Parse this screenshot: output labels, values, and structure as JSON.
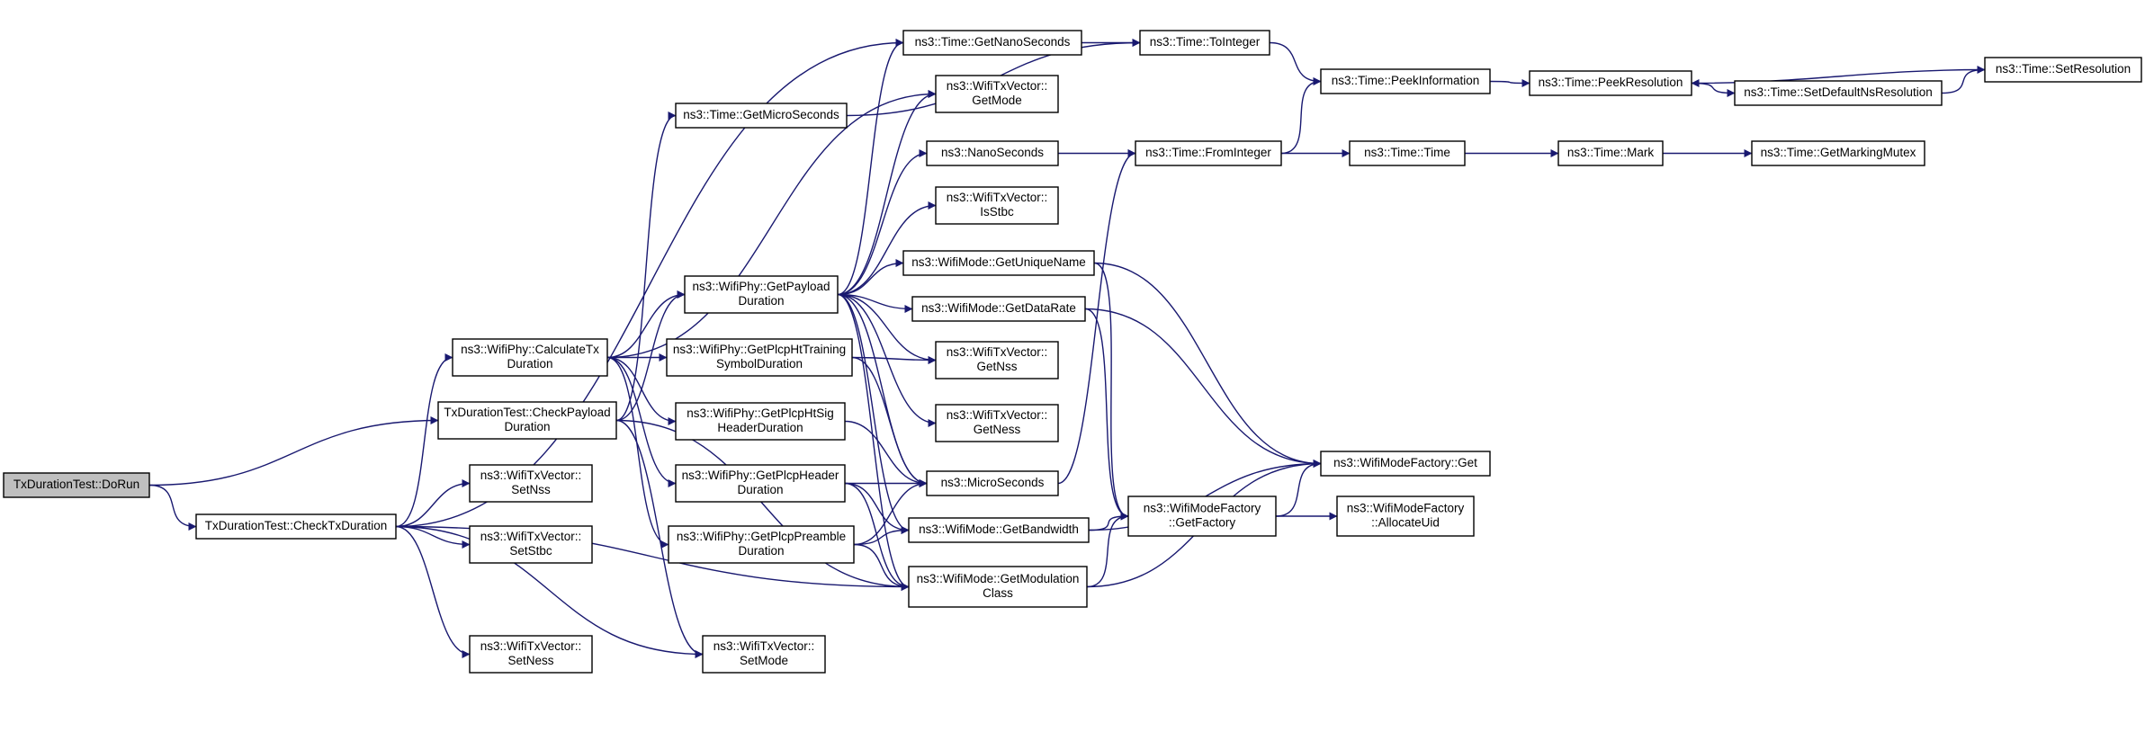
{
  "diagram": {
    "title": "",
    "colors": {
      "edge": "#191970",
      "node_fill": "#ffffff",
      "root_fill": "#bfbfbf",
      "border": "#000000"
    },
    "nodes": [
      {
        "id": "dorun",
        "lines": [
          "TxDurationTest::DoRun"
        ]
      },
      {
        "id": "checkpayload",
        "lines": [
          "TxDurationTest::CheckPayload",
          "Duration"
        ]
      },
      {
        "id": "checktx",
        "lines": [
          "TxDurationTest::CheckTxDuration"
        ]
      },
      {
        "id": "calctx",
        "lines": [
          "ns3::WifiPhy::CalculateTx",
          "Duration"
        ]
      },
      {
        "id": "getmicro",
        "lines": [
          "ns3::Time::GetMicroSeconds"
        ]
      },
      {
        "id": "getpayload",
        "lines": [
          "ns3::WifiPhy::GetPayload",
          "Duration"
        ]
      },
      {
        "id": "getplcphttraining",
        "lines": [
          "ns3::WifiPhy::GetPlcpHtTraining",
          "SymbolDuration"
        ]
      },
      {
        "id": "getplcphtsig",
        "lines": [
          "ns3::WifiPhy::GetPlcpHtSig",
          "HeaderDuration"
        ]
      },
      {
        "id": "getplcpheader",
        "lines": [
          "ns3::WifiPhy::GetPlcpHeader",
          "Duration"
        ]
      },
      {
        "id": "getplcppreamble",
        "lines": [
          "ns3::WifiPhy::GetPlcpPreamble",
          "Duration"
        ]
      },
      {
        "id": "setnss",
        "lines": [
          "ns3::WifiTxVector::",
          "SetNss"
        ]
      },
      {
        "id": "setstbc",
        "lines": [
          "ns3::WifiTxVector::",
          "SetStbc"
        ]
      },
      {
        "id": "setness",
        "lines": [
          "ns3::WifiTxVector::",
          "SetNess"
        ]
      },
      {
        "id": "setmode",
        "lines": [
          "ns3::WifiTxVector::",
          "SetMode"
        ]
      },
      {
        "id": "getnano",
        "lines": [
          "ns3::Time::GetNanoSeconds"
        ]
      },
      {
        "id": "getmode",
        "lines": [
          "ns3::WifiTxVector::",
          "GetMode"
        ]
      },
      {
        "id": "nanoseconds",
        "lines": [
          "ns3::NanoSeconds"
        ]
      },
      {
        "id": "isstbc",
        "lines": [
          "ns3::WifiTxVector::",
          "IsStbc"
        ]
      },
      {
        "id": "getuniquename",
        "lines": [
          "ns3::WifiMode::GetUniqueName"
        ]
      },
      {
        "id": "getdatarate",
        "lines": [
          "ns3::WifiMode::GetDataRate"
        ]
      },
      {
        "id": "getnss",
        "lines": [
          "ns3::WifiTxVector::",
          "GetNss"
        ]
      },
      {
        "id": "getness",
        "lines": [
          "ns3::WifiTxVector::",
          "GetNess"
        ]
      },
      {
        "id": "microseconds",
        "lines": [
          "ns3::MicroSeconds"
        ]
      },
      {
        "id": "getbandwidth",
        "lines": [
          "ns3::WifiMode::GetBandwidth"
        ]
      },
      {
        "id": "getmodclass",
        "lines": [
          "ns3::WifiMode::GetModulation",
          "Class"
        ]
      },
      {
        "id": "tointeger",
        "lines": [
          "ns3::Time::ToInteger"
        ]
      },
      {
        "id": "frominteger",
        "lines": [
          "ns3::Time::FromInteger"
        ]
      },
      {
        "id": "getfactory",
        "lines": [
          "ns3::WifiModeFactory",
          "::GetFactory"
        ]
      },
      {
        "id": "peekinfo",
        "lines": [
          "ns3::Time::PeekInformation"
        ]
      },
      {
        "id": "timetime",
        "lines": [
          "ns3::Time::Time"
        ]
      },
      {
        "id": "factoryget",
        "lines": [
          "ns3::WifiModeFactory::Get"
        ]
      },
      {
        "id": "allocateuid",
        "lines": [
          "ns3::WifiModeFactory",
          "::AllocateUid"
        ]
      },
      {
        "id": "peekres",
        "lines": [
          "ns3::Time::PeekResolution"
        ]
      },
      {
        "id": "mark",
        "lines": [
          "ns3::Time::Mark"
        ]
      },
      {
        "id": "setdefaultns",
        "lines": [
          "ns3::Time::SetDefaultNsResolution"
        ]
      },
      {
        "id": "getmarkingmutex",
        "lines": [
          "ns3::Time::GetMarkingMutex"
        ]
      },
      {
        "id": "setresolution",
        "lines": [
          "ns3::Time::SetResolution"
        ]
      }
    ],
    "edges": [
      [
        "dorun",
        "checkpayload"
      ],
      [
        "dorun",
        "checktx"
      ],
      [
        "checkpayload",
        "getmicro"
      ],
      [
        "checkpayload",
        "getpayload"
      ],
      [
        "checkpayload",
        "getmodclass"
      ],
      [
        "checkpayload",
        "setmode"
      ],
      [
        "checktx",
        "calctx"
      ],
      [
        "checktx",
        "getnano"
      ],
      [
        "checktx",
        "setnss"
      ],
      [
        "checktx",
        "setstbc"
      ],
      [
        "checktx",
        "setness"
      ],
      [
        "checktx",
        "setmode"
      ],
      [
        "checktx",
        "getmodclass"
      ],
      [
        "calctx",
        "getmode"
      ],
      [
        "calctx",
        "getpayload"
      ],
      [
        "calctx",
        "getplcphttraining"
      ],
      [
        "calctx",
        "getplcphtsig"
      ],
      [
        "calctx",
        "getplcpheader"
      ],
      [
        "calctx",
        "getplcppreamble"
      ],
      [
        "getmicro",
        "tointeger"
      ],
      [
        "getpayload",
        "getnano"
      ],
      [
        "getpayload",
        "getmode"
      ],
      [
        "getpayload",
        "nanoseconds"
      ],
      [
        "getpayload",
        "isstbc"
      ],
      [
        "getpayload",
        "getuniquename"
      ],
      [
        "getpayload",
        "getdatarate"
      ],
      [
        "getpayload",
        "getnss"
      ],
      [
        "getpayload",
        "getness"
      ],
      [
        "getpayload",
        "microseconds"
      ],
      [
        "getpayload",
        "getbandwidth"
      ],
      [
        "getpayload",
        "getmodclass"
      ],
      [
        "getplcphttraining",
        "getnss"
      ],
      [
        "getplcphttraining",
        "microseconds"
      ],
      [
        "getplcphtsig",
        "microseconds"
      ],
      [
        "getplcpheader",
        "microseconds"
      ],
      [
        "getplcpheader",
        "getbandwidth"
      ],
      [
        "getplcpheader",
        "getmodclass"
      ],
      [
        "getplcppreamble",
        "microseconds"
      ],
      [
        "getplcppreamble",
        "getbandwidth"
      ],
      [
        "getplcppreamble",
        "getmodclass"
      ],
      [
        "getnano",
        "tointeger"
      ],
      [
        "nanoseconds",
        "frominteger"
      ],
      [
        "microseconds",
        "frominteger"
      ],
      [
        "getuniquename",
        "getfactory"
      ],
      [
        "getuniquename",
        "factoryget"
      ],
      [
        "getdatarate",
        "getfactory"
      ],
      [
        "getdatarate",
        "factoryget"
      ],
      [
        "getbandwidth",
        "getfactory"
      ],
      [
        "getbandwidth",
        "factoryget"
      ],
      [
        "getmodclass",
        "getfactory"
      ],
      [
        "getmodclass",
        "factoryget"
      ],
      [
        "tointeger",
        "peekinfo"
      ],
      [
        "frominteger",
        "peekinfo"
      ],
      [
        "frominteger",
        "timetime"
      ],
      [
        "getfactory",
        "factoryget"
      ],
      [
        "getfactory",
        "allocateuid"
      ],
      [
        "peekinfo",
        "peekres"
      ],
      [
        "peekres",
        "setdefaultns"
      ],
      [
        "setdefaultns",
        "setresolution"
      ],
      [
        "setresolution",
        "peekres"
      ],
      [
        "timetime",
        "mark"
      ],
      [
        "mark",
        "getmarkingmutex"
      ]
    ]
  }
}
